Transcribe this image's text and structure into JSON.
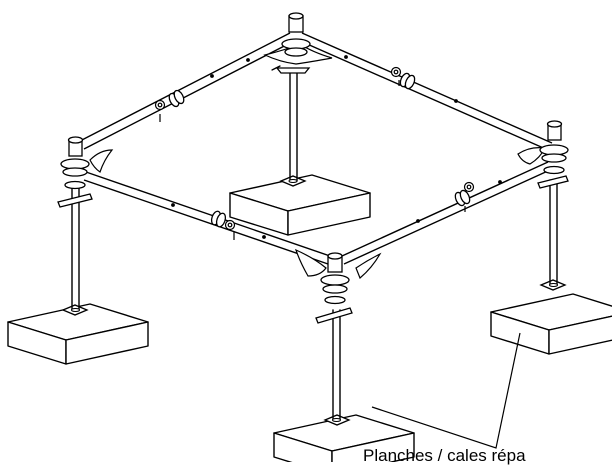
{
  "figure": {
    "callout_label": "Planches / cales répa",
    "line_color": "#000000",
    "background": "#ffffff"
  },
  "parts": {
    "corner_stands": [
      "front-left",
      "back",
      "right",
      "front"
    ],
    "bases": [
      "front-left",
      "back",
      "right",
      "front"
    ],
    "frame_beams": [
      "top-left",
      "top-right",
      "bottom-left",
      "bottom-right"
    ]
  }
}
